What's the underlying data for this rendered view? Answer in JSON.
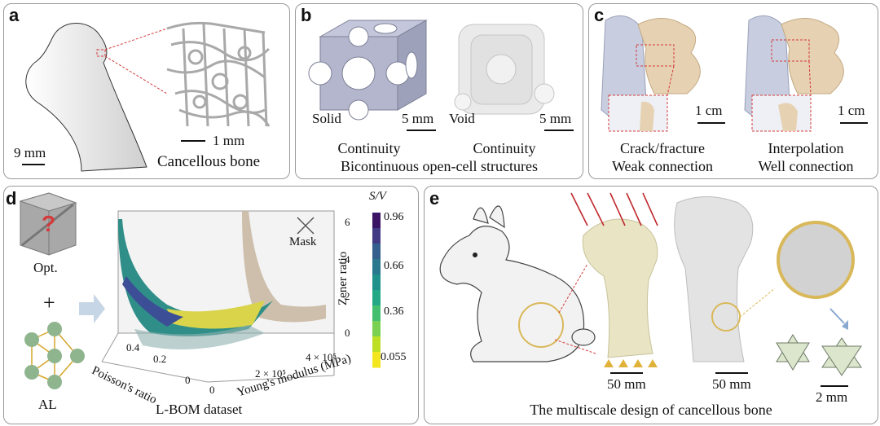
{
  "panels": {
    "a": {
      "label": "a",
      "scale_bone": "9 mm",
      "scale_micro": "1 mm",
      "caption": "Cancellous bone"
    },
    "b": {
      "label": "b",
      "solid_label": "Solid",
      "void_label": "Void",
      "scale_left": "5 mm",
      "scale_right": "5 mm",
      "continuity_left": "Continuity",
      "continuity_right": "Continuity",
      "caption": "Bicontinuous open-cell structures"
    },
    "c": {
      "label": "c",
      "scale_left": "1 cm",
      "scale_right": "1 cm",
      "left_line1": "Crack/fracture",
      "left_line2": "Weak connection",
      "right_line1": "Interpolation",
      "right_line2": "Well connection"
    },
    "d": {
      "label": "d",
      "question": "?",
      "opt_label": "Opt.",
      "plus": "+",
      "al_label": "AL",
      "mask_label": "Mask",
      "xaxis_label": "Poisson's ratio",
      "yaxis_label": "Young's modulus (MPa)",
      "zaxis_label": "Zener ratio",
      "dataset_label": "L-BOM dataset",
      "x_ticks": [
        "0.4",
        "0.2",
        "0"
      ],
      "y_ticks": [
        "0",
        "2 × 10⁵",
        "4 × 10⁵"
      ],
      "z_ticks": [
        "0",
        "2",
        "4",
        "6"
      ],
      "colorbar_title": "S/V",
      "colorbar_ticks": [
        "0.96",
        "0.66",
        "0.36",
        "0.055"
      ],
      "colorbar_colors": [
        "#3b1464",
        "#433a84",
        "#35608d",
        "#2a788e",
        "#21918c",
        "#22a884",
        "#44bf70",
        "#7ad151",
        "#bddf26",
        "#f4e61e"
      ]
    },
    "e": {
      "label": "e",
      "scale_femur": "50 mm",
      "scale_lattice": "50 mm",
      "scale_cell": "2 mm",
      "caption": "The multiscale design of cancellous bone"
    }
  }
}
